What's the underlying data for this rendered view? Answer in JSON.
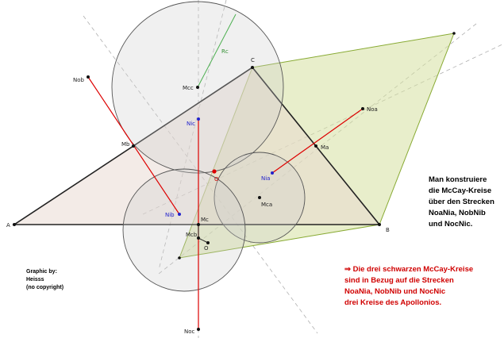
{
  "description_black": [
    "Man konstruiere",
    "die McCay-Kreise",
    "über den Strecken",
    "NoaNia, NobNib",
    "und NocNic."
  ],
  "description_red": [
    "⇒ Die drei schwarzen McCay-Kreise",
    "sind in Bezug auf die Strecken",
    "NoaNia, NobNib und NocNic",
    "drei Kreise des Apollonios."
  ],
  "credit": [
    "Graphic by:",
    "Heisss",
    "(no copyright)"
  ],
  "point_labels": {
    "A": "A",
    "B": "B",
    "C": "C",
    "Ma": "Ma",
    "Mb": "Mb",
    "Mc": "Mc",
    "Noa": "Noa",
    "Nob": "Nob",
    "Noc": "Noc",
    "Nia": "Nia",
    "Nib": "Nib",
    "Nic": "Nic",
    "Mca": "Mca",
    "Mcb": "Mcb",
    "Mcc": "Mcc",
    "Rc": "Rc",
    "O": "O",
    "O_red": "O"
  },
  "colors": {
    "triangle_fill": "#e8d8d0",
    "quad_fill": "#d6e0a0",
    "quad_stroke": "#88aa33",
    "circle_fill": "#cccccc",
    "red": "#dd0000",
    "blue": "#2222cc",
    "green": "#2f8f2f"
  }
}
